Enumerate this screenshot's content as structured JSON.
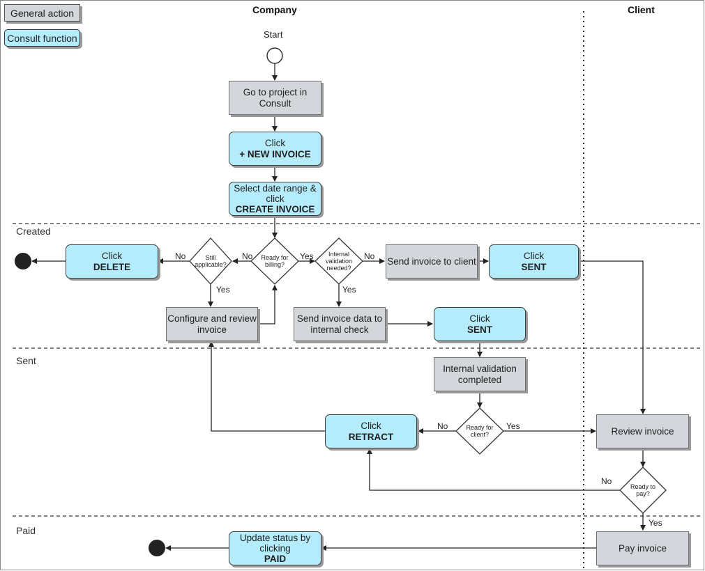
{
  "legend": {
    "general": "General action",
    "consult": "Consult function"
  },
  "columns": {
    "company": "Company",
    "client": "Client"
  },
  "lanes": {
    "created": "Created",
    "sent": "Sent",
    "paid": "Paid"
  },
  "start_label": "Start",
  "nodes": {
    "go_to_project": "Go to project in Consult",
    "new_invoice_click": "Click",
    "new_invoice_btn": "+ NEW INVOICE",
    "select_date": "Select date range & click",
    "create_invoice_btn": "CREATE INVOICE",
    "delete_click": "Click",
    "delete_btn": "DELETE",
    "configure": "Configure and review invoice",
    "send_internal": "Send invoice data to internal check",
    "sent1_click": "Click",
    "sent1_btn": "SENT",
    "send_client": "Send invoice to client",
    "sent2_click": "Click",
    "sent2_btn": "SENT",
    "internal_completed": "Internal validation completed",
    "retract_click": "Click",
    "retract_btn": "RETRACT",
    "review_invoice": "Review invoice",
    "pay_invoice": "Pay invoice",
    "update_status": "Update status by clicking",
    "paid_btn": "PAID"
  },
  "decisions": {
    "still_applicable": "Still applicable?",
    "ready_for_billing": "Ready for billing?",
    "internal_validation": "Internal validation needed?",
    "ready_for_client": "Ready for client?",
    "ready_to_pay": "Ready to pay?"
  },
  "edge_labels": {
    "yes": "Yes",
    "no": "No"
  },
  "colors": {
    "general_fill": "#d3d6da",
    "consult_fill": "#b5ecfb",
    "terminal": "#222222"
  }
}
